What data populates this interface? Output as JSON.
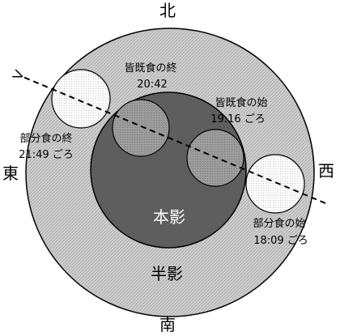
{
  "directions": {
    "north": "北",
    "south": "南",
    "east": "東",
    "west": "西"
  },
  "shadows": {
    "umbra": "本影",
    "penumbra": "半影"
  },
  "events": {
    "partial_begin": {
      "name": "部分食の始",
      "time": "18:09 ごろ"
    },
    "total_begin": {
      "name": "皆既食の始",
      "time": "19:16 ごろ"
    },
    "total_end": {
      "name": "皆既食の終",
      "time": "20:42"
    },
    "partial_end": {
      "name": "部分食の終",
      "time": "21:49 ごろ"
    }
  },
  "colors": {
    "penumbra_fill": "#c9c9c9",
    "umbra_fill": "#5a5a5a",
    "moon_outside": "#ffffff",
    "moon_in_umbra": "#9a9a9a",
    "stroke": "#000000"
  }
}
